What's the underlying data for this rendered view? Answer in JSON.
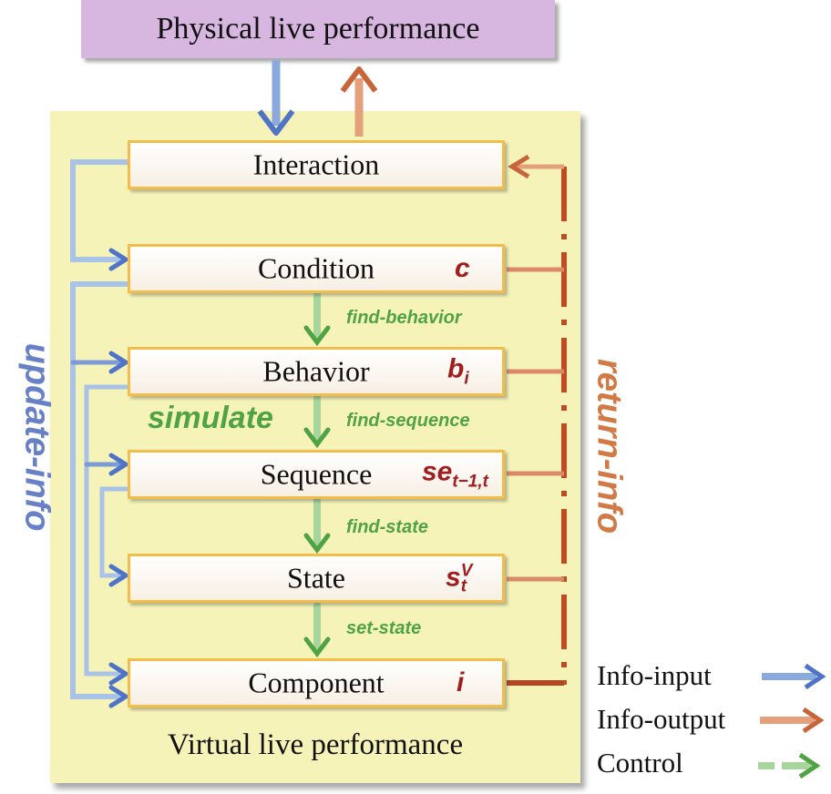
{
  "top": {
    "label": "Physical live performance"
  },
  "panel": {
    "caption": "Virtual live performance"
  },
  "nodes": [
    {
      "label": "Interaction",
      "symbol": ""
    },
    {
      "label": "Condition",
      "symbol": "c"
    },
    {
      "label": "Behavior",
      "symbol": "b",
      "sub": "i"
    },
    {
      "label": "Sequence",
      "symbol": "se",
      "sub": "t−1,t"
    },
    {
      "label": "State",
      "symbol": "s",
      "sub": "t",
      "sup": "V"
    },
    {
      "label": "Component",
      "symbol": "i"
    }
  ],
  "controls": {
    "find_behavior": "find-behavior",
    "find_sequence": "find-sequence",
    "find_state": "find-state",
    "set_state": "set-state",
    "simulate": "simulate"
  },
  "side": {
    "left": "update-info",
    "right": "return-info"
  },
  "legend": [
    {
      "label": "Info-input",
      "color": "#5b7fc9"
    },
    {
      "label": "Info-output",
      "color": "#c8643a"
    },
    {
      "label": "Control",
      "color": "#5cab4a"
    }
  ]
}
